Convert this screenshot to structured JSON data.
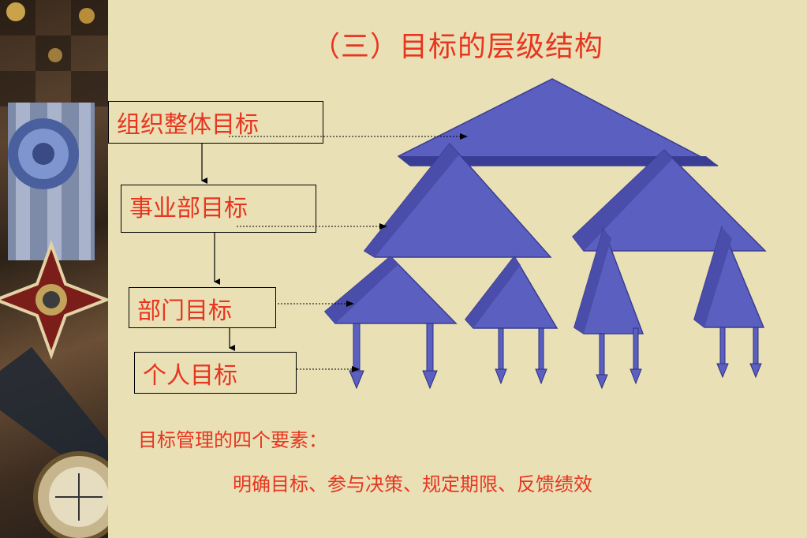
{
  "title": "（三）目标的层级结构",
  "levels": [
    {
      "label": "组织整体目标"
    },
    {
      "label": "事业部目标"
    },
    {
      "label": "部门目标"
    },
    {
      "label": "个人目标"
    }
  ],
  "summary": {
    "heading": "目标管理的四个要素：",
    "elements": "明确目标、参与决策、规定期限、反馈绩效"
  },
  "colors": {
    "text": "#e8351f",
    "triangle": "#5b5fbf",
    "triangle_shade": "#3a3d94",
    "background": "#e9e0b6"
  }
}
